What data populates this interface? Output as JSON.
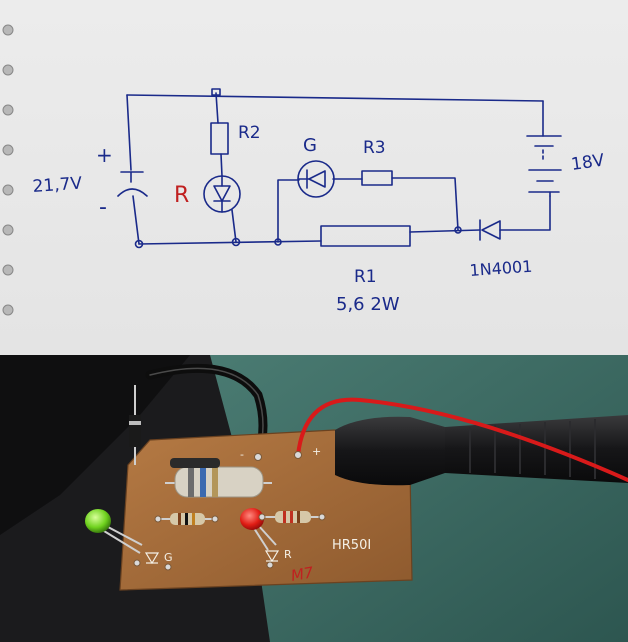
{
  "schematic": {
    "supply_voltage": "18V",
    "output_voltage": "21,7V",
    "plus_sign": "+",
    "minus_sign": "-",
    "led_red_label": "R",
    "led_green_label": "G",
    "resistor_r2": "R2",
    "resistor_r3": "R3",
    "resistor_r1": "R1",
    "resistor_r1_value": "5,6 2W",
    "diode_label": "1N4001"
  },
  "board": {
    "model_label": "HR50I",
    "minus_mark": "-",
    "plus_mark": "+",
    "led_green_mark": "G",
    "led_red_mark": "R",
    "handwritten_mark": "M7"
  },
  "colors": {
    "ink": "#1a2a8a",
    "red_ink": "#c02020",
    "pcb": "#a06a3a",
    "mat": "#3f6f66"
  }
}
